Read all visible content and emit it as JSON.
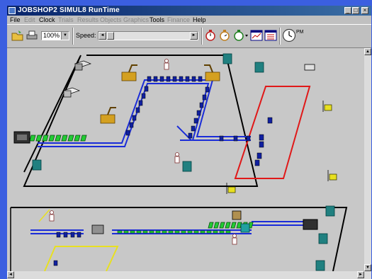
{
  "window": {
    "title": "JOBSHOP2  SIMUL8 RunTime",
    "controls": {
      "minimize": "_",
      "maximize": "□",
      "close": "×"
    }
  },
  "menu": {
    "items": [
      {
        "label": "File",
        "enabled": true
      },
      {
        "label": "Edit",
        "enabled": false
      },
      {
        "label": "Clock",
        "enabled": true
      },
      {
        "label": "Trials",
        "enabled": false
      },
      {
        "label": "Results",
        "enabled": false
      },
      {
        "label": "Objects",
        "enabled": false
      },
      {
        "label": "Graphics",
        "enabled": false
      },
      {
        "label": "Tools",
        "enabled": true
      },
      {
        "label": "Finance",
        "enabled": false
      },
      {
        "label": "Help",
        "enabled": true
      }
    ]
  },
  "toolbar": {
    "zoom_value": "100%",
    "speed_label": "Speed:",
    "clock_suffix": "PM",
    "icons": [
      "open-folder-icon",
      "print-icon",
      "stopwatch-reset-icon",
      "stopwatch-run-icon",
      "step-icon",
      "results-chart-icon",
      "properties-icon",
      "clock-icon"
    ]
  },
  "scrollbars": {
    "left_arrow": "◄",
    "right_arrow": "►",
    "up_arrow": "▲",
    "down_arrow": "▼"
  },
  "colors": {
    "desktop": "#3b5fe0",
    "title_bar": "#08246b",
    "conveyor": "#1a2cd8",
    "work_item_green": "#22cc33",
    "work_item_blue": "#1020a0",
    "queue_area": "#e01818",
    "storage_area": "#e8e020"
  }
}
